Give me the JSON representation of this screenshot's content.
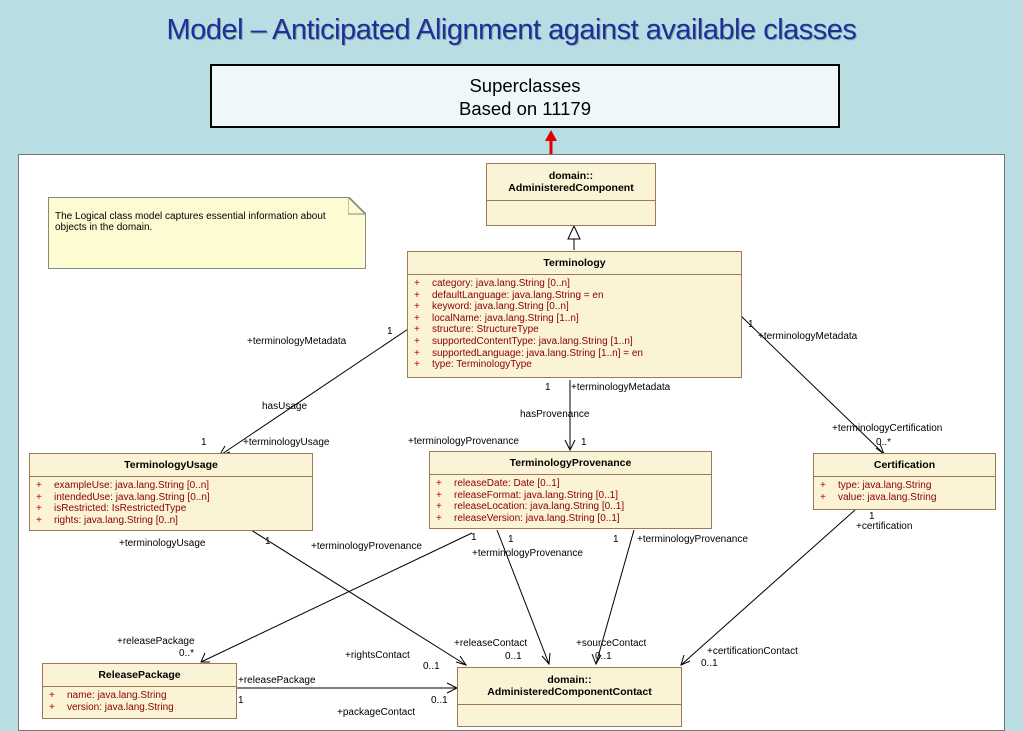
{
  "slide": {
    "title": "Model – Anticipated Alignment against available classes",
    "superclasses_box": {
      "line1": "Superclasses",
      "line2": "Based on 11179"
    }
  },
  "diagram": {
    "note": "The Logical class model captures essential information about objects in the domain.",
    "classes": {
      "administered_component": {
        "name_line1": "domain::",
        "name_line2": "AdministeredComponent"
      },
      "terminology": {
        "name": "Terminology",
        "attributes": [
          "category:  java.lang.String [0..n]",
          "defaultLanguage:  java.lang.String = en",
          "keyword:  java.lang.String [0..n]",
          "localName:  java.lang.String [1..n]",
          "structure:  StructureType",
          "supportedContentType:  java.lang.String [1..n]",
          "supportedLanguage:  java.lang.String [1..n] = en",
          "type:  TerminologyType"
        ]
      },
      "terminology_usage": {
        "name": "TerminologyUsage",
        "attributes": [
          "exampleUse:  java.lang.String [0..n]",
          "intendedUse:  java.lang.String [0..n]",
          "isRestricted:  IsRestrictedType",
          "rights:  java.lang.String [0..n]"
        ]
      },
      "terminology_provenance": {
        "name": "TerminologyProvenance",
        "attributes": [
          "releaseDate:  Date [0..1]",
          "releaseFormat:  java.lang.String [0..1]",
          "releaseLocation:  java.lang.String [0..1]",
          "releaseVersion:  java.lang.String [0..1]"
        ]
      },
      "certification": {
        "name": "Certification",
        "attributes": [
          "type:  java.lang.String",
          "value:  java.lang.String"
        ]
      },
      "release_package": {
        "name": "ReleasePackage",
        "attributes": [
          "name:  java.lang.String",
          "version:  java.lang.String"
        ]
      },
      "administered_component_contact": {
        "name_line1": "domain::",
        "name_line2": "AdministeredComponentContact"
      }
    },
    "attribute_marker": "+",
    "labels": {
      "mult_1": "1",
      "mult_0_n": "0..*",
      "mult_0_1": "0..1",
      "terminology_metadata": "+terminologyMetadata",
      "has_usage": "hasUsage",
      "terminology_usage_role": "+terminologyUsage",
      "has_provenance": "hasProvenance",
      "terminology_provenance_role": "+terminologyProvenance",
      "terminology_certification": "+terminologyCertification",
      "certification_role": "+certification",
      "release_package_role": "+releasePackage",
      "rights_contact": "+rightsContact",
      "release_contact": "+releaseContact",
      "source_contact": "+sourceContact",
      "certification_contact": "+certificationContact",
      "package_contact": "+packageContact"
    }
  }
}
